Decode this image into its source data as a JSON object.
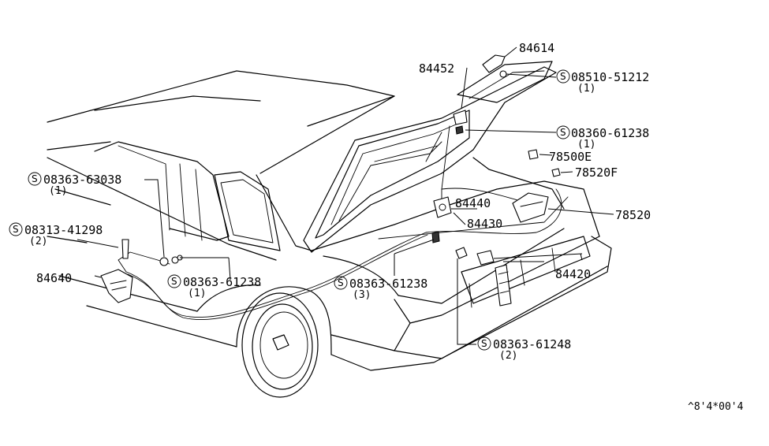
{
  "diagram_code": "^8'4*00'4",
  "screw_symbol": "S",
  "callouts": {
    "p84614": {
      "part": "84614"
    },
    "p84452": {
      "part": "84452"
    },
    "p08510": {
      "part": "08510-51212",
      "qty": "(1)"
    },
    "p08360": {
      "part": "08360-61238",
      "qty": "(1)"
    },
    "p78500E": {
      "part": "78500E"
    },
    "p78520F": {
      "part": "78520F"
    },
    "p78520": {
      "part": "78520"
    },
    "p84440": {
      "part": "84440"
    },
    "p84430": {
      "part": "84430"
    },
    "p84420": {
      "part": "84420"
    },
    "p08363_63038": {
      "part": "08363-63038",
      "qty": "(1)"
    },
    "p08313": {
      "part": "08313-41298",
      "qty": "(2)"
    },
    "p84640": {
      "part": "84640"
    },
    "p08363_61238a": {
      "part": "08363-61238",
      "qty": "(1)"
    },
    "p08363_61238b": {
      "part": "08363-61238",
      "qty": "(3)"
    },
    "p08363_61248": {
      "part": "08363-61248",
      "qty": "(2)"
    }
  }
}
